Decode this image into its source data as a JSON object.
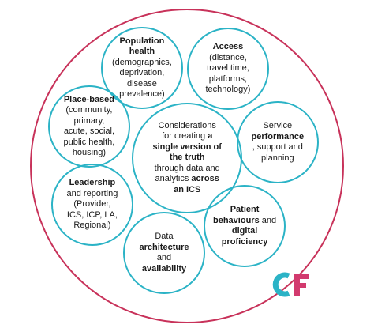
{
  "diagram": {
    "center": {
      "lines": [
        {
          "parts": [
            {
              "t": "Considerations",
              "b": false
            }
          ]
        },
        {
          "parts": [
            {
              "t": "for creating ",
              "b": false
            },
            {
              "t": "a",
              "b": true
            }
          ]
        },
        {
          "parts": [
            {
              "t": "single version of",
              "b": true
            }
          ]
        },
        {
          "parts": [
            {
              "t": "the truth",
              "b": true
            }
          ]
        },
        {
          "parts": [
            {
              "t": "through data and",
              "b": false
            }
          ]
        },
        {
          "parts": [
            {
              "t": "analytics ",
              "b": false
            },
            {
              "t": "across",
              "b": true
            }
          ]
        },
        {
          "parts": [
            {
              "t": "an ICS",
              "b": true
            }
          ]
        }
      ]
    },
    "circles": [
      {
        "id": "population-health",
        "lines": [
          {
            "parts": [
              {
                "t": "Population",
                "b": true
              }
            ]
          },
          {
            "parts": [
              {
                "t": "health",
                "b": true
              }
            ]
          },
          {
            "parts": [
              {
                "t": "(demographics,",
                "b": false
              }
            ]
          },
          {
            "parts": [
              {
                "t": "deprivation,",
                "b": false
              }
            ]
          },
          {
            "parts": [
              {
                "t": "disease",
                "b": false
              }
            ]
          },
          {
            "parts": [
              {
                "t": "prevalence)",
                "b": false
              }
            ]
          }
        ]
      },
      {
        "id": "access",
        "lines": [
          {
            "parts": [
              {
                "t": "Access",
                "b": true
              }
            ]
          },
          {
            "parts": [
              {
                "t": "(distance,",
                "b": false
              }
            ]
          },
          {
            "parts": [
              {
                "t": "travel time,",
                "b": false
              }
            ]
          },
          {
            "parts": [
              {
                "t": "platforms,",
                "b": false
              }
            ]
          },
          {
            "parts": [
              {
                "t": "technology)",
                "b": false
              }
            ]
          }
        ]
      },
      {
        "id": "service-performance",
        "lines": [
          {
            "parts": [
              {
                "t": "Service",
                "b": false
              }
            ]
          },
          {
            "parts": [
              {
                "t": "performance",
                "b": true
              }
            ]
          },
          {
            "parts": [
              {
                "t": ", support and",
                "b": false
              }
            ]
          },
          {
            "parts": [
              {
                "t": "planning",
                "b": false
              }
            ]
          }
        ]
      },
      {
        "id": "patient-behaviours",
        "lines": [
          {
            "parts": [
              {
                "t": "Patient",
                "b": true
              }
            ]
          },
          {
            "parts": [
              {
                "t": "behaviours",
                "b": true
              },
              {
                "t": " and",
                "b": false
              }
            ]
          },
          {
            "parts": [
              {
                "t": "digital",
                "b": true
              }
            ]
          },
          {
            "parts": [
              {
                "t": "proficiency",
                "b": true
              }
            ]
          }
        ]
      },
      {
        "id": "data-architecture",
        "lines": [
          {
            "parts": [
              {
                "t": "Data",
                "b": false
              }
            ]
          },
          {
            "parts": [
              {
                "t": "architecture",
                "b": true
              }
            ]
          },
          {
            "parts": [
              {
                "t": "and",
                "b": false
              }
            ]
          },
          {
            "parts": [
              {
                "t": "availability",
                "b": true
              }
            ]
          }
        ]
      },
      {
        "id": "leadership",
        "lines": [
          {
            "parts": [
              {
                "t": "Leadership",
                "b": true
              }
            ]
          },
          {
            "parts": [
              {
                "t": "and reporting",
                "b": false
              }
            ]
          },
          {
            "parts": [
              {
                "t": "(Provider,",
                "b": false
              }
            ]
          },
          {
            "parts": [
              {
                "t": "ICS, ICP, LA,",
                "b": false
              }
            ]
          },
          {
            "parts": [
              {
                "t": "Regional)",
                "b": false
              }
            ]
          }
        ]
      },
      {
        "id": "place-based",
        "lines": [
          {
            "parts": [
              {
                "t": "Place-based",
                "b": true
              }
            ]
          },
          {
            "parts": [
              {
                "t": "(community,",
                "b": false
              }
            ]
          },
          {
            "parts": [
              {
                "t": "primary,",
                "b": false
              }
            ]
          },
          {
            "parts": [
              {
                "t": "acute, social,",
                "b": false
              }
            ]
          },
          {
            "parts": [
              {
                "t": "public health,",
                "b": false
              }
            ]
          },
          {
            "parts": [
              {
                "t": "housing)",
                "b": false
              }
            ]
          }
        ]
      }
    ],
    "colors": {
      "outer_ring": "#c8325a",
      "inner_circles": "#2bb3c6",
      "logo_c": "#2bb3c6",
      "logo_f": "#d23a6e"
    },
    "logo": {
      "text": "CF"
    }
  }
}
